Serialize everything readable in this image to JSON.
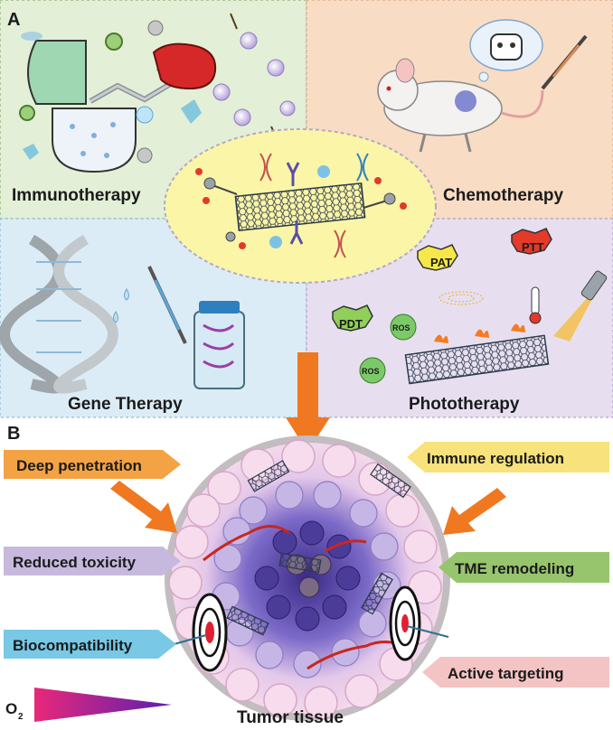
{
  "panel_a": {
    "letter": "A",
    "immunotherapy": "Immunotherapy",
    "chemotherapy": "Chemotherapy",
    "gene_therapy": "Gene Therapy",
    "phototherapy": "Phototherapy",
    "badges": {
      "pat": "PAT",
      "ptt": "PTT",
      "pdt": "PDT",
      "ros1": "ROS",
      "ros2": "ROS"
    }
  },
  "panel_b": {
    "letter": "B",
    "deep_penetration": "Deep penetration",
    "reduced_toxicity": "Reduced toxicity",
    "biocompatibility": "Biocompatibility",
    "immune_regulation": "Immune regulation",
    "tme_remodeling": "TME remodeling",
    "active_targeting": "Active targeting",
    "tumor_tissue": "Tumor tissue",
    "oxygen_label": "O",
    "oxygen_sub": "2"
  },
  "colors": {
    "immuno_bg": "#e3efd6",
    "chemo_bg": "#f9dcc4",
    "gene_bg": "#dcecf6",
    "photo_bg": "#e7dff0",
    "center_ellipse": "#fbf5a8",
    "arrow_orange": "#f07820",
    "deep_penetration": "#f3a344",
    "reduced_toxicity": "#c7b9dd",
    "biocompatibility": "#78c8e6",
    "immune_regulation": "#f7e27c",
    "tme_remodeling": "#97c56d",
    "active_targeting": "#f4c3c3"
  }
}
